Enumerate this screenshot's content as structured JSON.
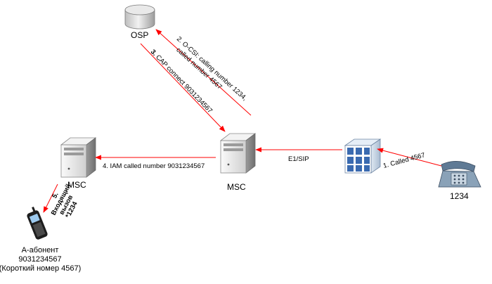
{
  "nodes": {
    "osp": "OSP",
    "msc_left": "MSC",
    "msc_center": "MSC",
    "phone": "1234"
  },
  "messages": {
    "step1": "1. Called 4567",
    "e1sip": "E1/SIP",
    "step2_line1": "2. O-CSI: calling number 1234,",
    "step2_line2": "called number 4567",
    "step3_num": "3.",
    "step3_text": " CAP connect 9031234567",
    "step4": "4. IAM called number 9031234567",
    "step5_num": "5.",
    "step5_line1": "Входящий",
    "step5_line2": "вызов",
    "step5_line3": "*1234"
  },
  "subscriber": {
    "name": "А-абонент",
    "number": "9031234567",
    "short_number": "(Короткий номер 4567)"
  },
  "colors": {
    "arrow": "#ff0000",
    "server_body": "#e4e4e4",
    "db_body": "#d8d8d8",
    "pbx_blue": "#3a6ab0",
    "phone_body": "#8aa2b8"
  },
  "icons": {
    "osp": "database-icon",
    "msc": "server-tower-icon",
    "pbx": "pbx-cabinet-icon",
    "phone": "desk-phone-icon",
    "mobile": "mobile-phone-icon"
  }
}
